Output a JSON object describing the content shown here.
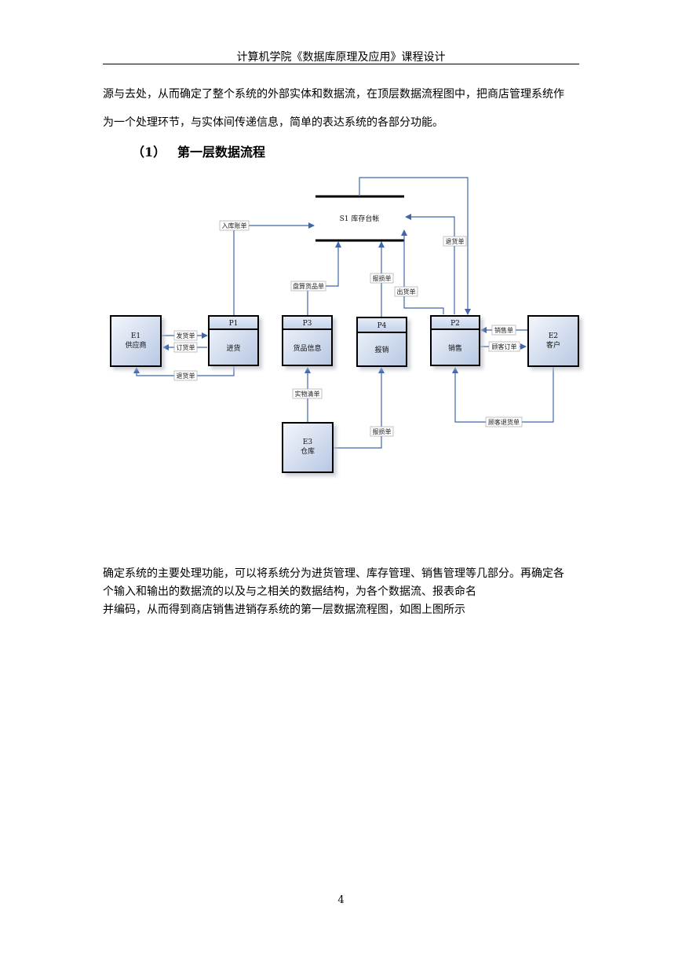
{
  "header": "计算机学院《数据库原理及应用》课程设计",
  "intro": [
    "源与去处，从而确定了整个系统的外部实体和数据流，在顶层数据流程图中，把商店管理系统作",
    "为一个处理环节，与实体间传递信息，简单的表达系统的各部分功能。"
  ],
  "section": {
    "number": "（1）",
    "title": "第一层数据流程"
  },
  "diagram": {
    "store": "S1  库存台帐",
    "entities": {
      "e1": {
        "id": "E1",
        "name": "供应商"
      },
      "e2": {
        "id": "E2",
        "name": "客户"
      },
      "e3": {
        "id": "E3",
        "name": "仓库"
      }
    },
    "processes": {
      "p1": {
        "id": "P1",
        "name": "进货"
      },
      "p3": {
        "id": "P3",
        "name": "货品信息"
      },
      "p4": {
        "id": "P4",
        "name": "报销"
      },
      "p2": {
        "id": "P2",
        "name": "销售"
      }
    },
    "flows": {
      "ruku": "入库账单",
      "pandian": "盘算货品单",
      "baosun_top": "报损单",
      "chuhuo": "出货单",
      "tuihuo_top": "退货单",
      "fahuo": "发货单",
      "dinghuo": "订货单",
      "tuihuo_bottom": "退货单",
      "shiwu": "实物清单",
      "baosun_bottom": "报损单",
      "xiaoshou": "销售单",
      "guke_ding": "顾客订单",
      "guke_tui": "顾客退货单"
    }
  },
  "conclusion": [
    "确定系统的主要处理功能，可以将系统分为进货管理、库存管理、销售管理等几部分。再确定各",
    "个输入和输出的数据流的以及与之相关的数据结构，为各个数据流、报表命名",
    "并编码，从而得到商店销售进销存系统的第一层数据流程图，如图上图所示"
  ],
  "page_number": "4"
}
